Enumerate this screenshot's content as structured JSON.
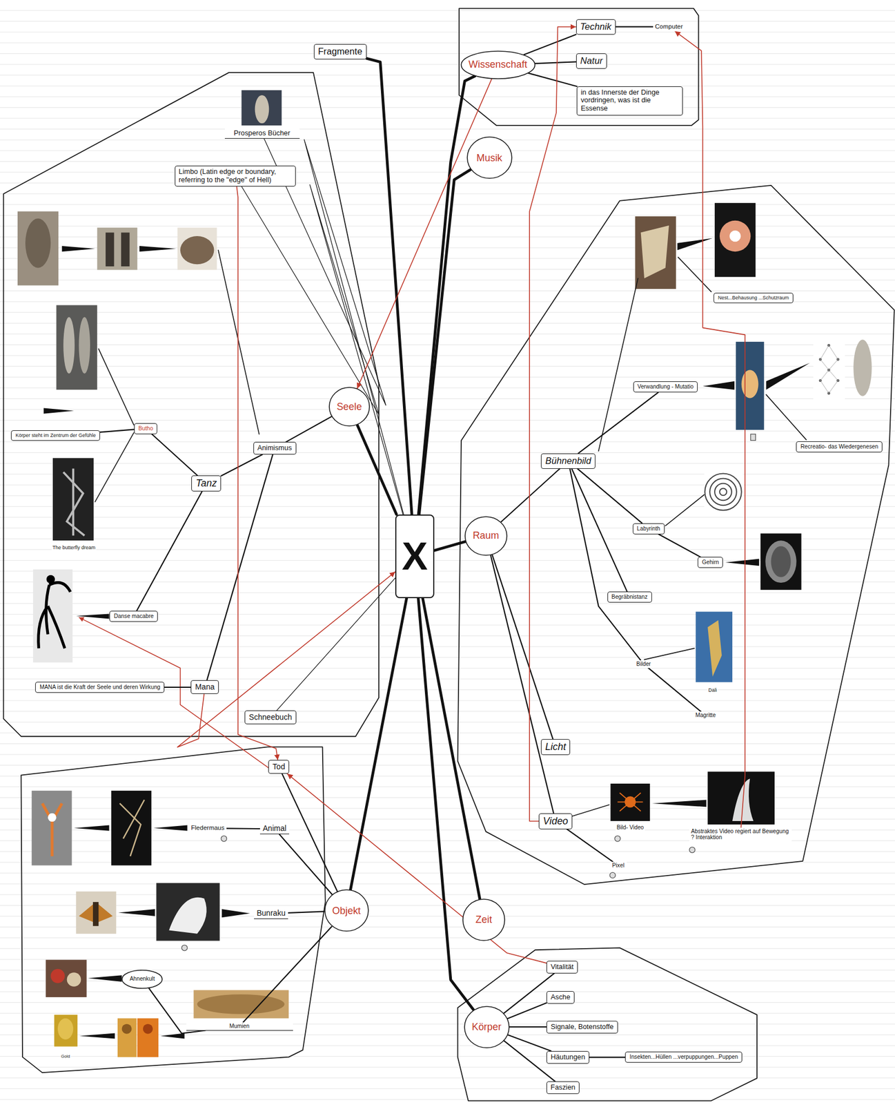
{
  "diagram": {
    "nodes": [
      {
        "text": [
          "X"
        ]
      },
      {
        "text": [
          "Fragmente"
        ]
      },
      {
        "text": [
          "Wissenschaft"
        ]
      },
      {
        "text": [
          "Technik"
        ]
      },
      {
        "text": [
          "Computer"
        ]
      },
      {
        "text": [
          "Natur"
        ]
      },
      {
        "text": [
          "in das Innerste der Dinge vordringen, was ist die Essense"
        ]
      },
      {
        "text": [
          "Musik"
        ]
      },
      {
        "text": [
          "Prosperos Bücher"
        ]
      },
      {
        "text": [
          "Limbo (Latin edge or boundary, referring to the \"edge\" of Hell)"
        ]
      },
      {
        "text": [
          "Butho"
        ]
      },
      {
        "text": [
          "Körper steht im Zentrum der Gefühle"
        ]
      },
      {
        "text": [
          "Seele"
        ]
      },
      {
        "text": [
          "Animismus"
        ]
      },
      {
        "text": [
          "Tanz"
        ]
      },
      {
        "text": [
          "Danse macabre"
        ]
      },
      {
        "text": [
          "Mana"
        ]
      },
      {
        "text": [
          "MANA ist die Kraft der Seele und deren Wirkung"
        ]
      },
      {
        "text": [
          "Schneebuch"
        ]
      },
      {
        "text": [
          "Tod"
        ]
      },
      {
        "text": [
          "Fledermaus"
        ]
      },
      {
        "text": [
          "Animal"
        ]
      },
      {
        "text": [
          "Bunraku"
        ]
      },
      {
        "text": [
          "Objekt"
        ]
      },
      {
        "text": [
          "Ahnenkult"
        ]
      },
      {
        "text": [
          "Mumien"
        ]
      },
      {
        "text": [
          "Nest...Behausung ...Schutzraum"
        ]
      },
      {
        "text": [
          "Verwandlung - Mutatio"
        ]
      },
      {
        "text": [
          "Recreatio- das Wiedergenesen"
        ]
      },
      {
        "text": [
          "Bühnenbild"
        ]
      },
      {
        "text": [
          "Labyrinth"
        ]
      },
      {
        "text": [
          "Raum"
        ]
      },
      {
        "text": [
          "Gehirn"
        ]
      },
      {
        "text": [
          "Begräbnistanz"
        ]
      },
      {
        "text": [
          "Bilder"
        ]
      },
      {
        "text": [
          "Magritte"
        ]
      },
      {
        "text": [
          "Licht"
        ]
      },
      {
        "text": [
          "Video"
        ]
      },
      {
        "text": [
          "Abstraktes Video regiert auf Bewegung ? Interaktion"
        ]
      },
      {
        "text": [
          "Pixel"
        ]
      },
      {
        "text": [
          "Zeit"
        ]
      },
      {
        "text": [
          "Vitalität"
        ]
      },
      {
        "text": [
          "Asche"
        ]
      },
      {
        "text": [
          "Körper"
        ]
      },
      {
        "text": [
          "Signale, Botenstoffe"
        ]
      },
      {
        "text": [
          "Häutungen"
        ]
      },
      {
        "text": [
          "Insekten...Hüllen ...verpuppungen...Puppen"
        ]
      },
      {
        "text": [
          "Faszien"
        ]
      }
    ],
    "edges": [
      {
        "from": 0,
        "to": 1,
        "arrow": "none"
      },
      {
        "from": 0,
        "to": 2,
        "arrow": "none"
      },
      {
        "from": 0,
        "to": 7,
        "arrow": "none"
      },
      {
        "from": 0,
        "to": 8,
        "arrow": "none"
      },
      {
        "from": 0,
        "to": 9,
        "arrow": "none"
      },
      {
        "from": 0,
        "to": 12,
        "arrow": "none"
      },
      {
        "from": 0,
        "to": 18,
        "arrow": "none"
      },
      {
        "from": 0,
        "to": 31,
        "arrow": "none"
      },
      {
        "from": 0,
        "to": 40,
        "arrow": "none"
      },
      {
        "from": 0,
        "to": 43,
        "arrow": "none"
      },
      {
        "from": 0,
        "to": 23,
        "arrow": "none"
      },
      {
        "from": 2,
        "to": 3,
        "arrow": "none"
      },
      {
        "from": 2,
        "to": 5,
        "arrow": "none"
      },
      {
        "from": 2,
        "to": 6,
        "arrow": "none"
      },
      {
        "from": 3,
        "to": 4,
        "arrow": "none"
      },
      {
        "from": 12,
        "to": 13,
        "arrow": "none"
      },
      {
        "from": 13,
        "to": 14,
        "arrow": "none"
      },
      {
        "from": 14,
        "to": 10,
        "arrow": "none"
      },
      {
        "from": 10,
        "to": 11,
        "arrow": "none"
      },
      {
        "from": 14,
        "to": 15,
        "arrow": "none"
      },
      {
        "from": 13,
        "to": 16,
        "arrow": "none"
      },
      {
        "from": 16,
        "to": 17,
        "arrow": "none"
      },
      {
        "from": 23,
        "to": 19,
        "arrow": "none"
      },
      {
        "from": 23,
        "to": 21,
        "arrow": "none"
      },
      {
        "from": 21,
        "to": 20,
        "arrow": "none"
      },
      {
        "from": 23,
        "to": 22,
        "arrow": "none"
      },
      {
        "from": 23,
        "to": 25,
        "arrow": "none"
      },
      {
        "from": 25,
        "to": 24,
        "arrow": "none"
      },
      {
        "from": 31,
        "to": 29,
        "arrow": "none"
      },
      {
        "from": 31,
        "to": 36,
        "arrow": "none"
      },
      {
        "from": 31,
        "to": 37,
        "arrow": "none"
      },
      {
        "from": 29,
        "to": 27,
        "arrow": "none"
      },
      {
        "from": 29,
        "to": 30,
        "arrow": "none"
      },
      {
        "from": 30,
        "to": 32,
        "arrow": "none"
      },
      {
        "from": 29,
        "to": 33,
        "arrow": "none"
      },
      {
        "from": 29,
        "to": 34,
        "arrow": "none"
      },
      {
        "from": 34,
        "to": 35,
        "arrow": "none"
      },
      {
        "from": 37,
        "to": 39,
        "arrow": "none"
      },
      {
        "from": 43,
        "to": 41,
        "arrow": "none"
      },
      {
        "from": 43,
        "to": 42,
        "arrow": "none"
      },
      {
        "from": 43,
        "to": 44,
        "arrow": "none"
      },
      {
        "from": 43,
        "to": 45,
        "arrow": "none"
      },
      {
        "from": 43,
        "to": 47,
        "arrow": "none"
      },
      {
        "from": 45,
        "to": 46,
        "arrow": "none"
      },
      {
        "from": 2,
        "to": 12,
        "arrow": "to"
      },
      {
        "from": 9,
        "to": 19,
        "arrow": "to"
      },
      {
        "from": 16,
        "to": 0,
        "arrow": "to"
      },
      {
        "from": 41,
        "to": 19,
        "arrow": "to"
      },
      {
        "from": 37,
        "to": 3,
        "arrow": "to"
      },
      {
        "from": 38,
        "to": 4,
        "arrow": "to"
      }
    ],
    "labels": [
      "The butterfly dream",
      "Dali",
      "Gold",
      "Bild- Video"
    ]
  }
}
